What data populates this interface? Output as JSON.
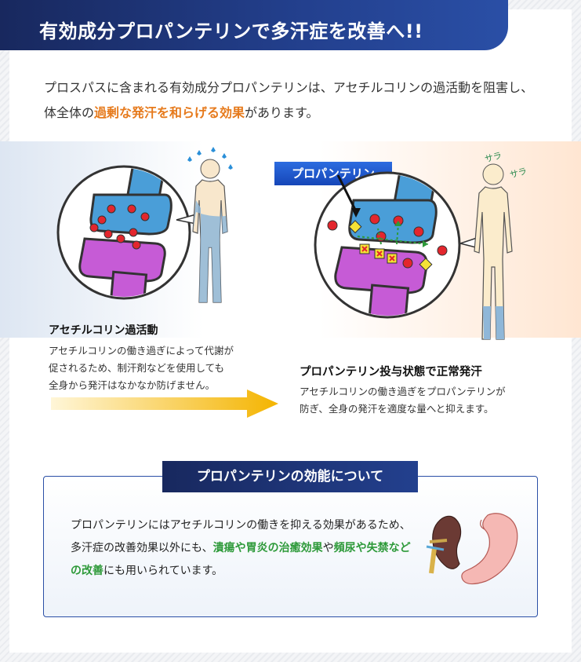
{
  "header": {
    "title": "有効成分プロパンテリンで多汗症を改善へ!!"
  },
  "intro": {
    "text_before": "プロスパスに含まれる有効成分プロパンテリンは、アセチルコリンの過活動を阻害し、体全体の",
    "highlight": "過剰な発汗を和らげる効果",
    "text_after": "があります。"
  },
  "illustration": {
    "drug_label": "プロパンテリン",
    "sara_1": "サラ",
    "sara_2": "サラ",
    "colors": {
      "receptor_top": "#4a9ed8",
      "receptor_bottom": "#c65bd6",
      "molecule": "#e3262d",
      "drug": "#f5e236",
      "arrow": "#2e9a3a"
    }
  },
  "left_caption": {
    "title": "アセチルコリン過活動",
    "lines": [
      "アセチルコリンの働き過ぎによって代謝が",
      "促されるため、制汗剤などを使用しても",
      "全身から発汗はなかなか防げません。"
    ]
  },
  "right_caption": {
    "title": "プロパンテリン投与状態で正常発汗",
    "lines": [
      "アセチルコリンの働き過ぎをプロパンテリンが",
      "防ぎ、全身の発汗を適度な量へと抑えます。"
    ]
  },
  "efficacy": {
    "title": "プロパンテリンの効能について",
    "text_1": "プロパンテリンにはアセチルコリンの働きを抑える効果があるため、多汗症の改善効果以外にも、",
    "green_1": "潰瘍や胃炎の治癒効果",
    "text_2": "や",
    "green_2": "頻尿や失禁などの改善",
    "text_3": "にも用いられています。"
  }
}
